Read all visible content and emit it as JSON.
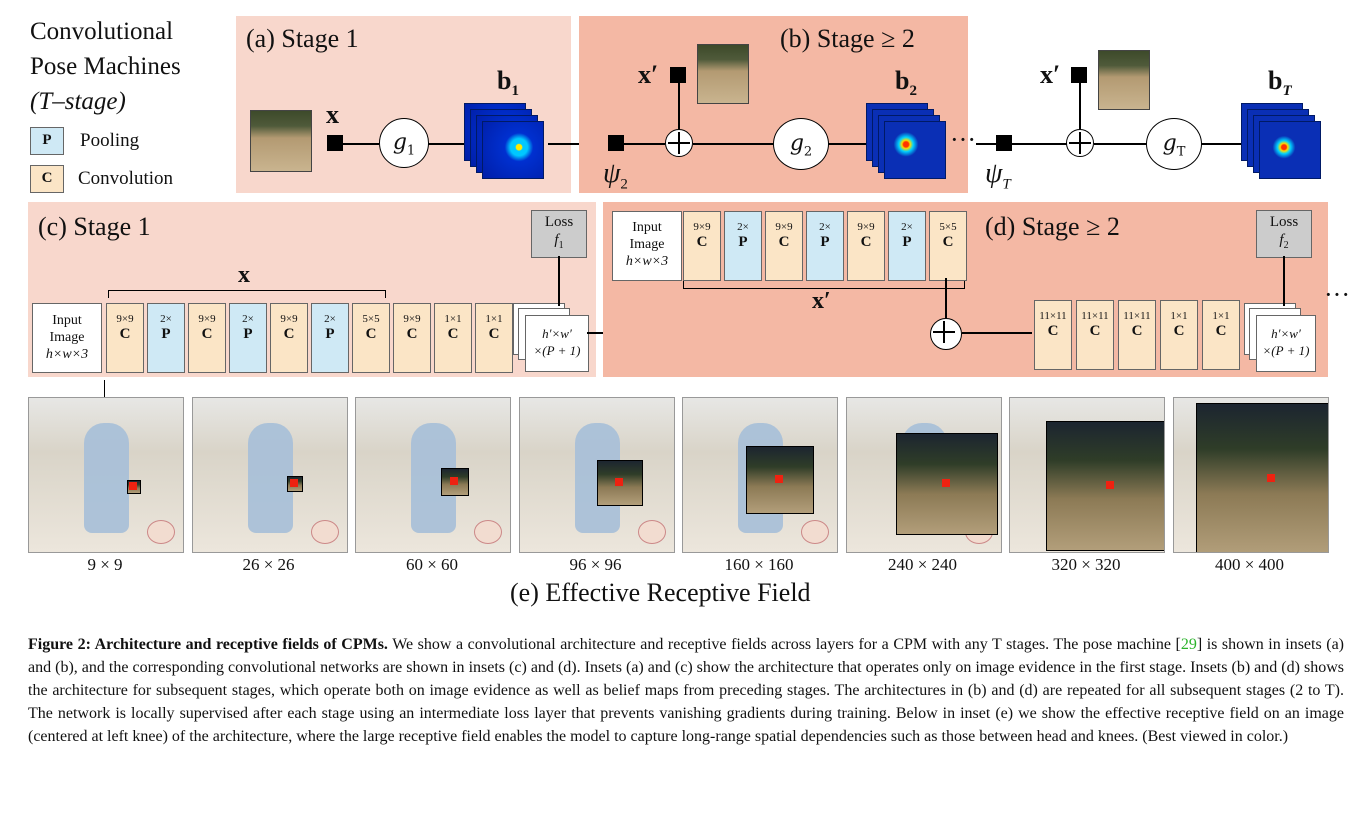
{
  "legend": {
    "title_lines": [
      "Convolutional",
      "Pose Machines",
      "(T–stage)"
    ],
    "pooling_key": "P",
    "pooling_label": "Pooling",
    "conv_key": "C",
    "conv_label": "Convolution"
  },
  "panel_a": {
    "title": "(a) Stage 1",
    "x": "x",
    "g": "g",
    "g_sub": "1",
    "b": "b",
    "b_sub": "1"
  },
  "panel_b": {
    "title": "(b) Stage ≥ 2",
    "xp": "x′",
    "psi": "ψ",
    "psi_sub": "2",
    "g": "g",
    "g_sub": "2",
    "b": "b",
    "b_sub": "2"
  },
  "stage_t": {
    "xp": "x′",
    "psi": "ψ",
    "psi_sub": "T",
    "g": "g",
    "g_sub": "T",
    "b": "b",
    "b_sub": "T",
    "dots": "···"
  },
  "panel_c": {
    "title": "(c) Stage 1",
    "loss": "Loss",
    "loss_f": "f",
    "loss_sub": "1",
    "x": "x",
    "input": [
      "Input",
      "Image",
      "h×w×3"
    ],
    "layers": [
      {
        "k": "9×9",
        "t": "C"
      },
      {
        "k": "2×",
        "t": "P"
      },
      {
        "k": "9×9",
        "t": "C"
      },
      {
        "k": "2×",
        "t": "P"
      },
      {
        "k": "9×9",
        "t": "C"
      },
      {
        "k": "2×",
        "t": "P"
      },
      {
        "k": "5×5",
        "t": "C"
      },
      {
        "k": "9×9",
        "t": "C"
      },
      {
        "k": "1×1",
        "t": "C"
      },
      {
        "k": "1×1",
        "t": "C"
      }
    ],
    "output": [
      "h′×w′",
      "×(P + 1)"
    ]
  },
  "panel_d": {
    "title": "(d) Stage ≥ 2",
    "loss": "Loss",
    "loss_f": "f",
    "loss_sub": "2",
    "xp": "x′",
    "input": [
      "Input",
      "Image",
      "h×w×3"
    ],
    "feat_layers": [
      {
        "k": "9×9",
        "t": "C"
      },
      {
        "k": "2×",
        "t": "P"
      },
      {
        "k": "9×9",
        "t": "C"
      },
      {
        "k": "2×",
        "t": "P"
      },
      {
        "k": "9×9",
        "t": "C"
      },
      {
        "k": "2×",
        "t": "P"
      },
      {
        "k": "5×5",
        "t": "C"
      }
    ],
    "layers": [
      {
        "k": "11×11",
        "t": "C"
      },
      {
        "k": "11×11",
        "t": "C"
      },
      {
        "k": "11×11",
        "t": "C"
      },
      {
        "k": "1×1",
        "t": "C"
      },
      {
        "k": "1×1",
        "t": "C"
      }
    ],
    "output": [
      "h′×w′",
      "×(P + 1)"
    ],
    "dots": "···"
  },
  "receptive_fields": [
    "9 × 9",
    "26 × 26",
    "60 × 60",
    "96 × 96",
    "160 × 160",
    "240 × 240",
    "320 × 320",
    "400 × 400"
  ],
  "panel_e_title": "(e) Effective Receptive Field",
  "caption": {
    "bold": "Figure 2: Architecture and receptive fields of CPMs.",
    "part1": " We show a convolutional architecture and receptive fields across layers for a CPM with any T stages. The pose machine [",
    "ref": "29",
    "part2": "] is shown in insets (a) and (b), and the corresponding convolutional networks are shown in insets (c) and (d). Insets (a) and (c) show the architecture that operates only on image evidence in the first stage. Insets (b) and (d) shows the architecture for subsequent stages, which operate both on image evidence as well as belief maps from preceding stages. The architectures in (b) and (d) are repeated for all subsequent stages (2 to T). The network is locally supervised after each stage using an intermediate loss layer that prevents vanishing gradients during training. Below in inset (e) we show the effective receptive field on an image (centered at left knee) of the architecture, where the large receptive field enables the model to capture long-range spatial dependencies such as those between head and knees. (Best viewed in color.)"
  }
}
